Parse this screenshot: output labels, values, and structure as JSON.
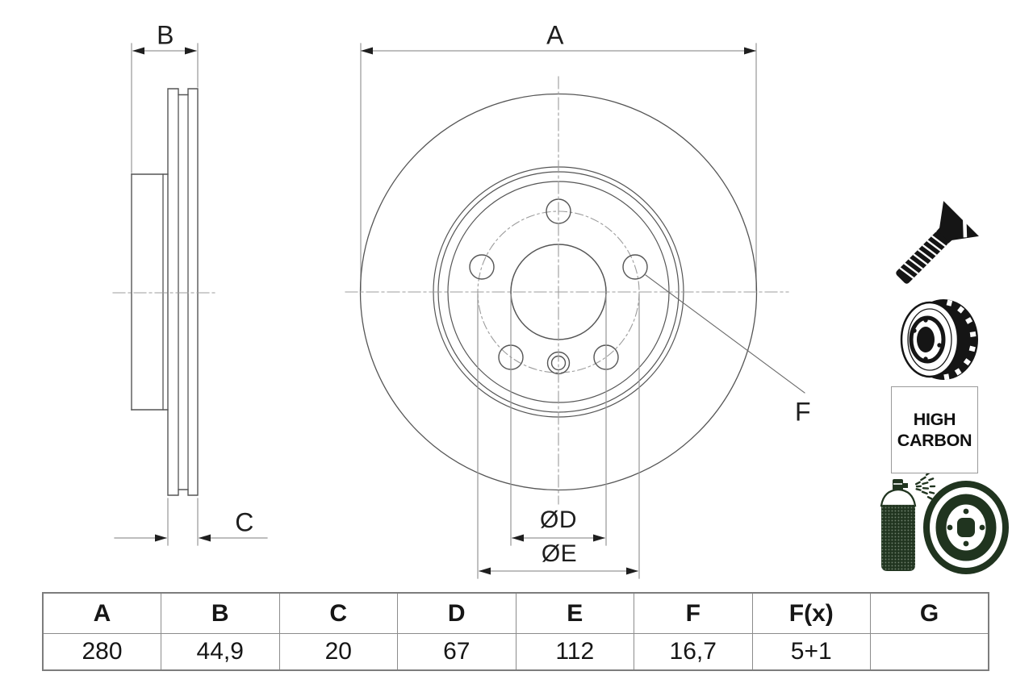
{
  "drawing": {
    "labels": {
      "a": "A",
      "b": "B",
      "c": "C",
      "d": "ØD",
      "e": "ØE",
      "f": "F"
    }
  },
  "badge": {
    "line1": "HIGH",
    "line2": "CARBON"
  },
  "icons": {
    "screw": "countersunk-screw",
    "vented_disc": "vented-brake-disc",
    "coated_disc": "spray-coated-disc"
  },
  "spec_table": {
    "headers": [
      "A",
      "B",
      "C",
      "D",
      "E",
      "F",
      "F(x)",
      "G"
    ],
    "values": [
      "280",
      "44,9",
      "20",
      "67",
      "112",
      "16,7",
      "5+1",
      ""
    ]
  },
  "colors": {
    "outline": "#555555",
    "dimension_line": "#969696",
    "center_line": "#9c9c9c",
    "arrowhead": "#1f1f1f",
    "text": "#1e1e1e",
    "table_border": "#8c8c8c",
    "icon_black": "#151515",
    "icon_green": "#20341f"
  }
}
